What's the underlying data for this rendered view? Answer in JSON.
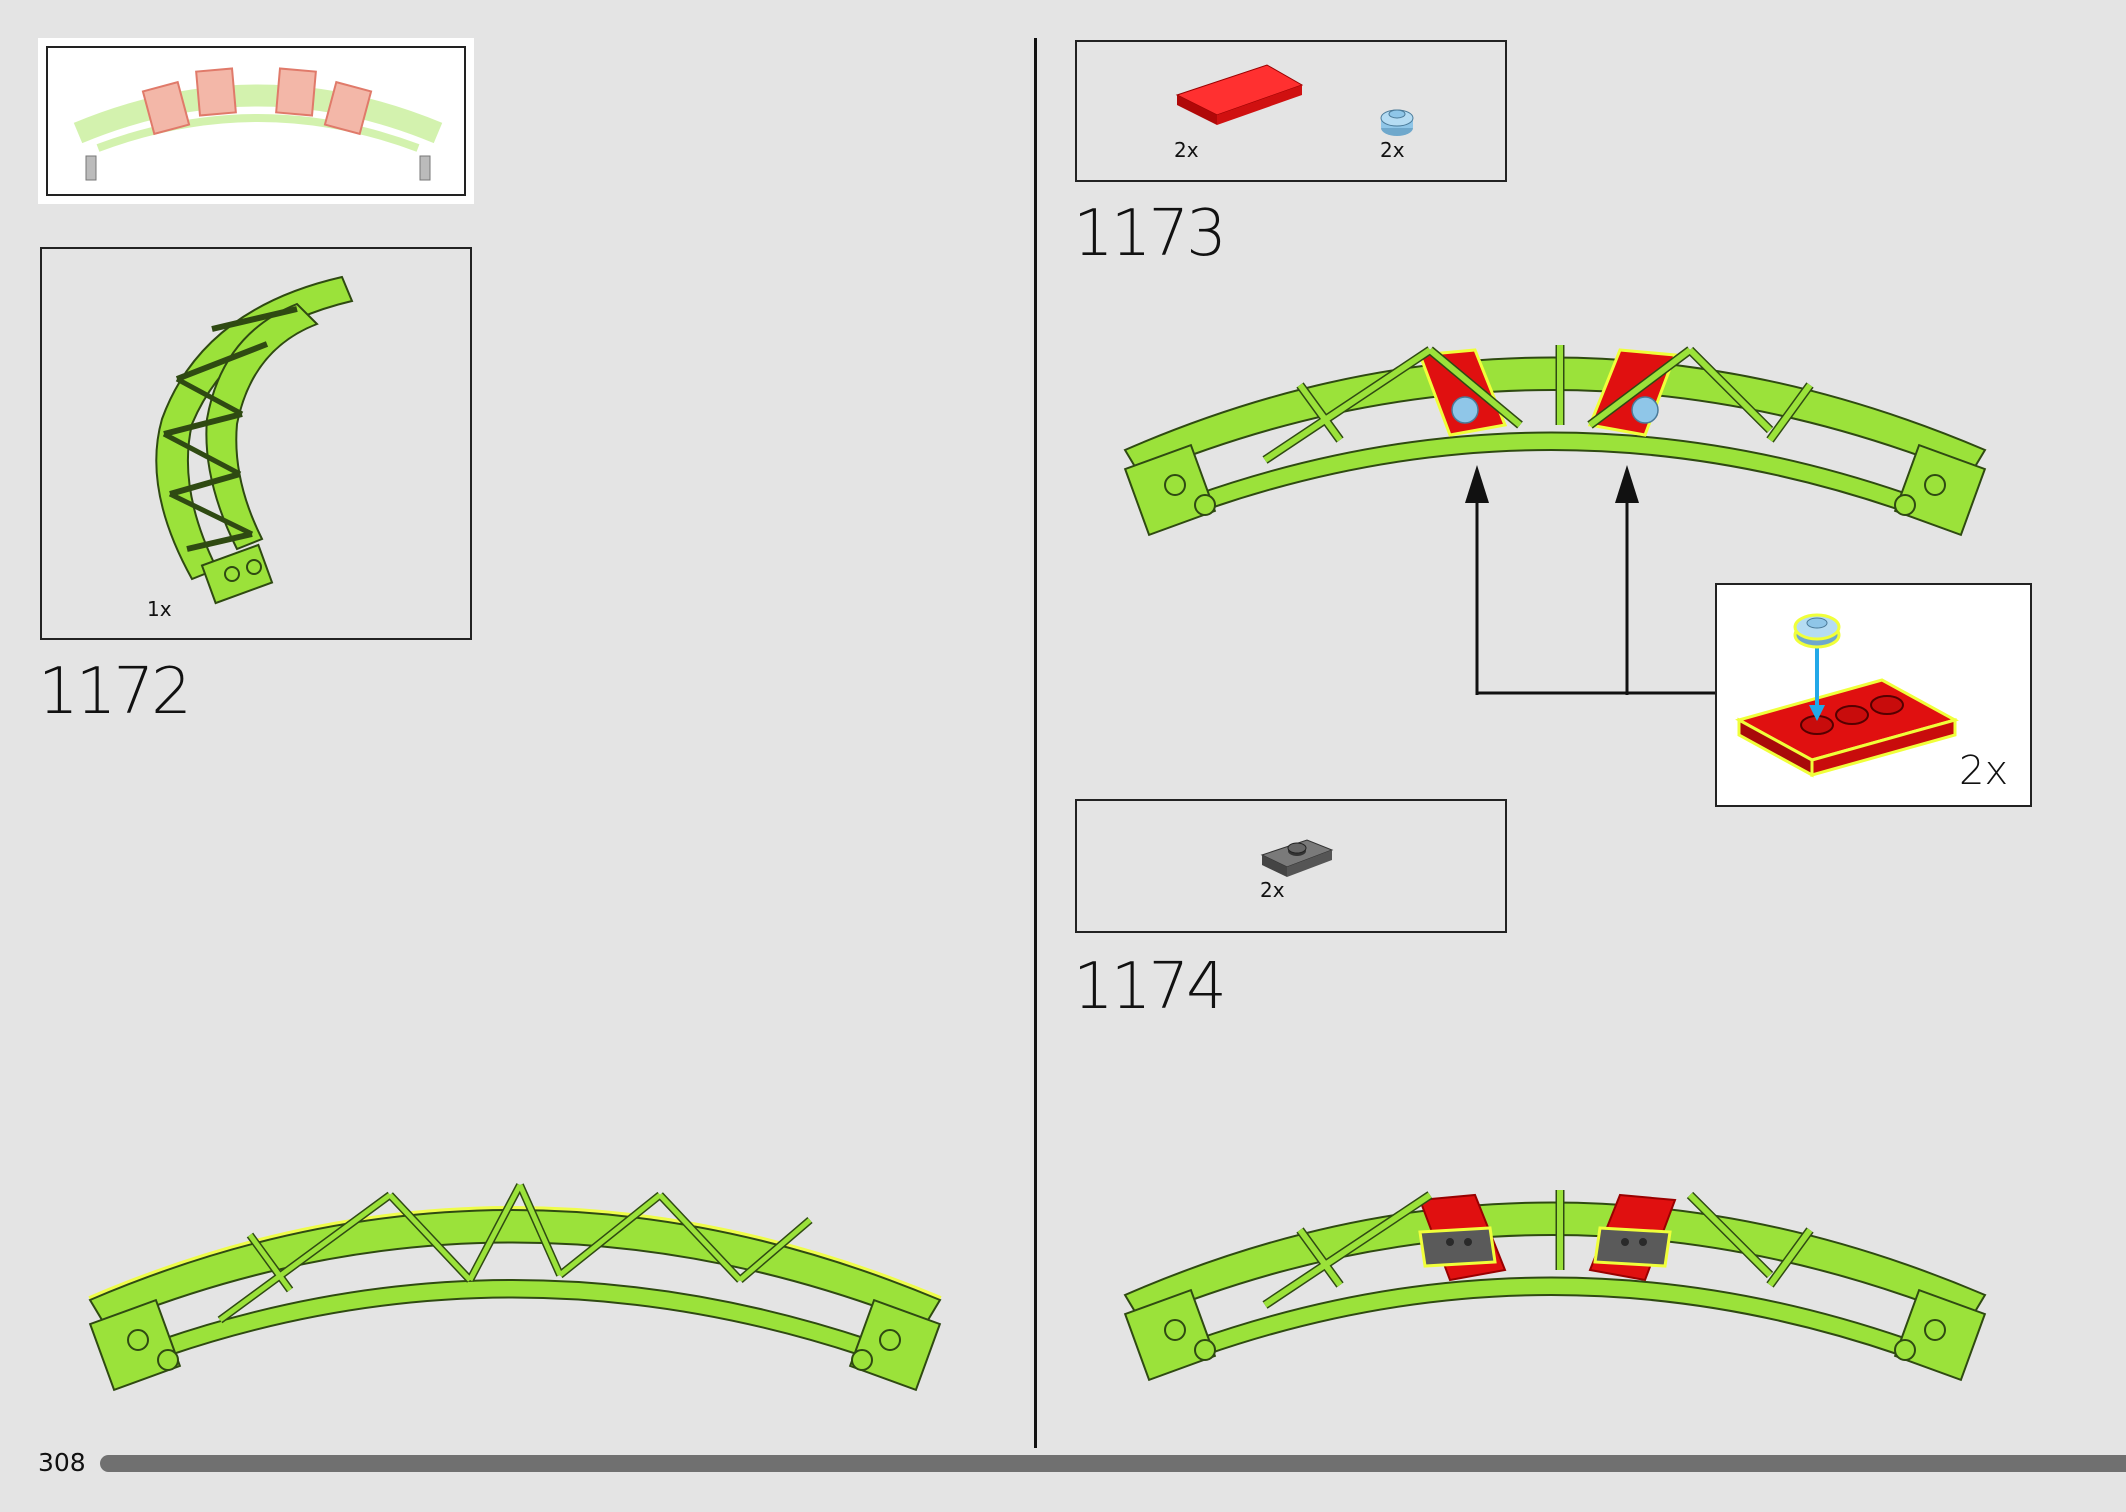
{
  "page": {
    "number": "308"
  },
  "left": {
    "overview_thumbnail": {
      "description_icon": "assembly-preview-icon"
    },
    "step_1172": {
      "number": "1172",
      "parts": [
        {
          "name": "curved-truss-track",
          "qty": "1x",
          "color": "#9be23a"
        }
      ]
    }
  },
  "right": {
    "step_1173": {
      "number": "1173",
      "parts": [
        {
          "name": "red-tile-2x4",
          "qty": "2x",
          "color": "#e01010"
        },
        {
          "name": "blue-round-plate-1x1",
          "qty": "2x",
          "color": "#8fc6e8"
        }
      ],
      "callout": {
        "qty": "2x"
      }
    },
    "step_1174": {
      "number": "1174",
      "parts": [
        {
          "name": "dark-grey-jumper-plate",
          "qty": "2x",
          "color": "#5a5a5a"
        }
      ]
    }
  },
  "colors": {
    "track_green": "#9be23a",
    "track_edge": "#2f4a12",
    "highlight": "#f0ff3a",
    "red": "#e01010",
    "blue": "#8fc6e8",
    "grey": "#5a5a5a",
    "background": "#e4e4e4"
  }
}
